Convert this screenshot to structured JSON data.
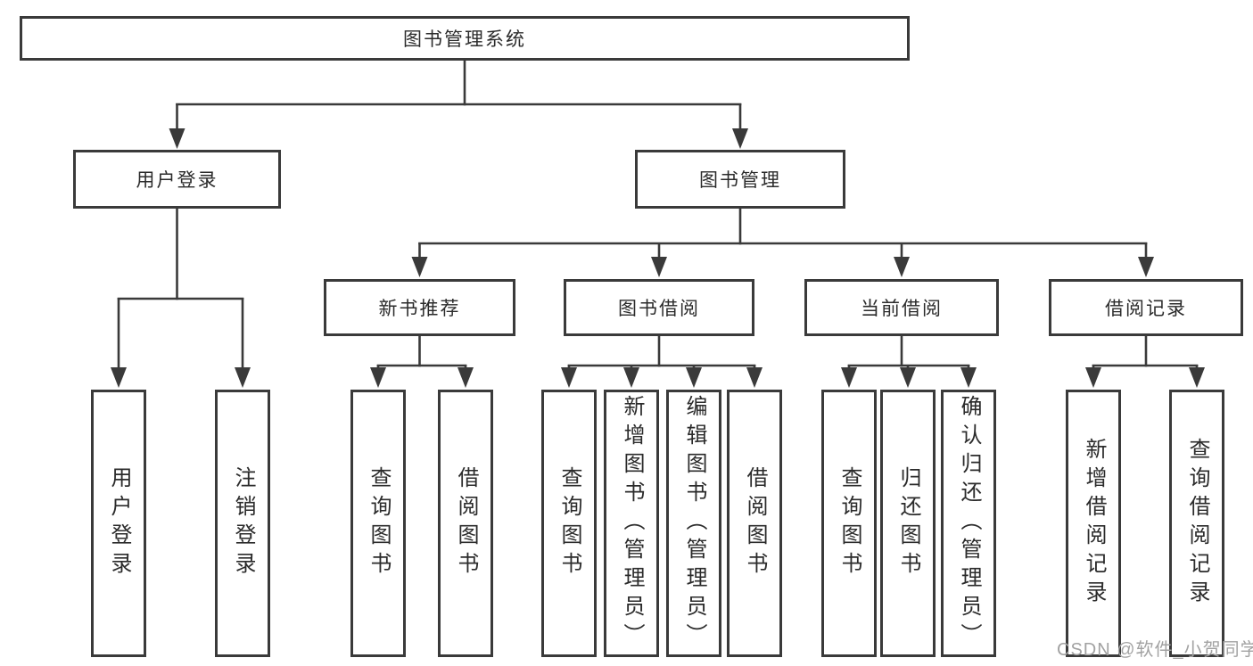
{
  "diagram_type": "tree",
  "colors": {
    "line": "#3a3a3a",
    "box_border": "#3a3a3a",
    "box_fill": "#ffffff",
    "text": "#2b2b2b",
    "watermark": "#a2a2a2"
  },
  "tree": {
    "label": "图书管理系统",
    "children": [
      {
        "label": "用户登录",
        "children": [
          {
            "label": "用户登录"
          },
          {
            "label": "注销登录"
          }
        ]
      },
      {
        "label": "图书管理",
        "children": [
          {
            "label": "新书推荐",
            "children": [
              {
                "label": "查询图书"
              },
              {
                "label": "借阅图书"
              }
            ]
          },
          {
            "label": "图书借阅",
            "children": [
              {
                "label": "查询图书"
              },
              {
                "label": "新增图书（管理员）"
              },
              {
                "label": "编辑图书（管理员）"
              },
              {
                "label": "借阅图书"
              }
            ]
          },
          {
            "label": "当前借阅",
            "children": [
              {
                "label": "查询图书"
              },
              {
                "label": "归还图书"
              },
              {
                "label": "确认归还（管理员）"
              }
            ]
          },
          {
            "label": "借阅记录",
            "children": [
              {
                "label": "新增借阅记录"
              },
              {
                "label": "查询借阅记录"
              }
            ]
          }
        ]
      }
    ]
  },
  "watermark": "CSDN @软件_小贺同学"
}
